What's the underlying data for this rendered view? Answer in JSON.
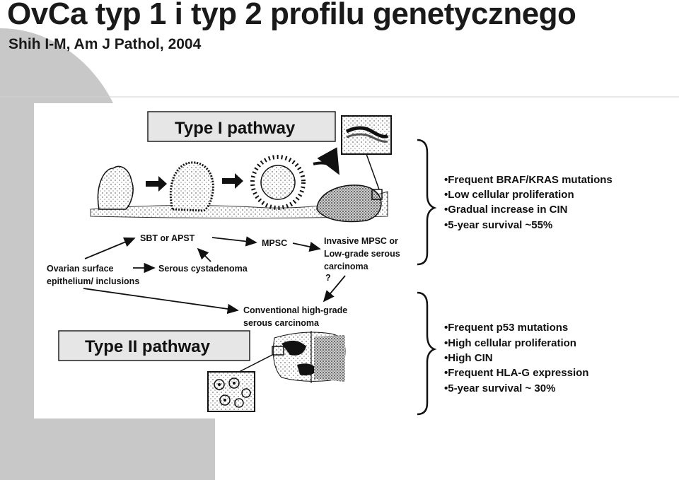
{
  "slide": {
    "title": "OvCa typ 1 i typ 2 profilu genetycznego",
    "subtitle": "Shih I-M, Am J Pathol, 2004"
  },
  "figure": {
    "type1": {
      "label": "Type I pathway",
      "features": [
        "•Frequent BRAF/KRAS mutations",
        "•Low cellular proliferation",
        "•Gradual increase in CIN",
        "•5-year survival ~55%"
      ]
    },
    "type2": {
      "label": "Type II pathway",
      "features": [
        "•Frequent p53 mutations",
        "•High cellular proliferation",
        "•High CIN",
        "•Frequent HLA-G expression",
        "•5-year survival ~ 30%"
      ]
    },
    "flow": {
      "sbt": "SBT or APST",
      "mpsc": "MPSC",
      "invasive": [
        "Invasive MPSC or",
        "Low-grade serous",
        "carcinoma"
      ],
      "question": "?",
      "ovarian": "Ovarian surface",
      "epithelium": "epithelium/ inclusions",
      "cystadenoma": "Serous cystadenoma",
      "conventional": [
        "Conventional high-grade",
        "serous carcinoma"
      ]
    }
  },
  "colors": {
    "background_shape": "#c8c8c8",
    "title_text": "#1a1a1a",
    "label_box_fill": "#e6e6e6"
  }
}
